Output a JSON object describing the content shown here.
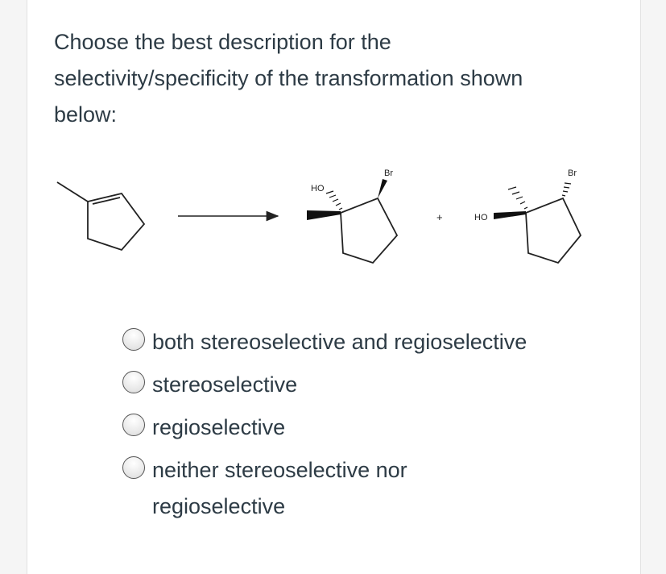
{
  "question": {
    "text": "Choose the best description for the selectivity/specificity of the transformation shown below:"
  },
  "scheme": {
    "labels": {
      "ho1": "HO",
      "br1": "Br",
      "plus": "+",
      "ho2": "HO",
      "br2": "Br"
    }
  },
  "answers": [
    {
      "label": "both stereoselective and regioselective",
      "selected": false
    },
    {
      "label": "stereoselective",
      "selected": false
    },
    {
      "label": "regioselective",
      "selected": false
    },
    {
      "label": "neither stereoselective nor regioselective",
      "selected": false
    }
  ]
}
